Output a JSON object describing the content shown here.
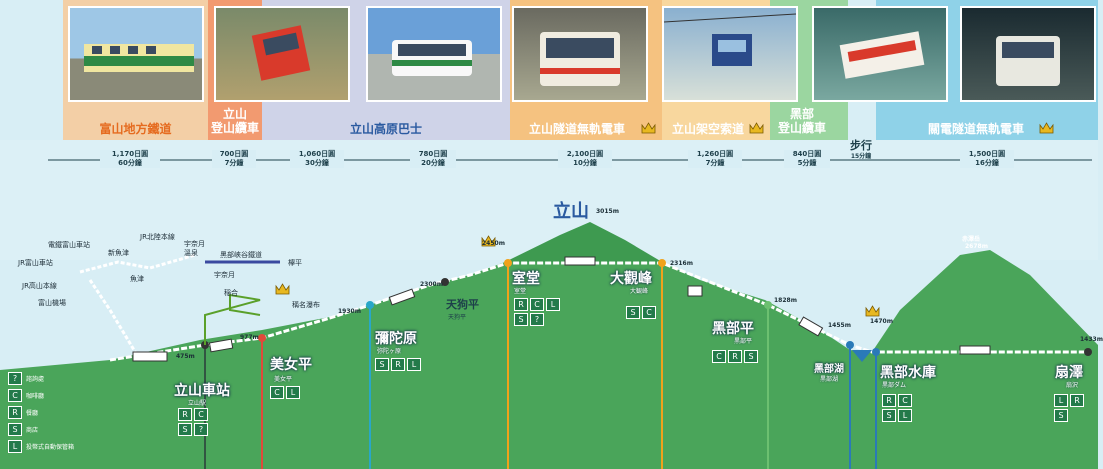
{
  "colors": {
    "sky": "#d8eef5",
    "mountain": "#4aa55a",
    "mountain_dark": "#2e8a45",
    "seg1": "#f3cfa6",
    "seg2": "#f29a70",
    "seg3": "#cfd3e8",
    "seg4": "#cfd3e8",
    "seg5": "#f5c280",
    "seg6": "#f5c280",
    "seg7": "#9bd6a0",
    "seg8": "#8fd2e8",
    "text_dark": "#1d3f4a",
    "label_orange": "#e56b1f",
    "label_red": "#d93a2b",
    "label_blue": "#2a5aa0"
  },
  "segments": [
    {
      "name": "富山地方鐵道",
      "price": "1,170日圓",
      "time": "60分鐘"
    },
    {
      "name": "立山\n登山纜車",
      "price": "700日圓",
      "time": "7分鐘"
    },
    {
      "name": "立山高原巴士",
      "price": "1,060日圓",
      "time": "30分鐘"
    },
    {
      "name": "",
      "price": "780日圓",
      "time": "20分鐘"
    },
    {
      "name": "立山隧道無軌電車",
      "price": "2,100日圓",
      "time": "10分鐘"
    },
    {
      "name": "立山架空索道",
      "price": "1,260日圓",
      "time": "7分鐘"
    },
    {
      "name": "黑部\n登山纜車",
      "price": "840日圓",
      "time": "5分鐘"
    },
    {
      "name": "關電隧道無軌電車",
      "price": "1,500日圓",
      "time": "16分鐘"
    }
  ],
  "walk": {
    "label": "步行",
    "time": "15分鐘"
  },
  "mountain": {
    "name": "立山",
    "elev": "3015m"
  },
  "peak2": {
    "name": "赤澤岳",
    "elev": "2678m"
  },
  "elevations": {
    "e475": "475m",
    "e977": "977m",
    "e1930": "1930m",
    "e2300": "2300m",
    "e2450": "2450m",
    "e2316": "2316m",
    "e1828": "1828m",
    "e1455": "1455m",
    "e1470": "1470m",
    "e1433": "1433m"
  },
  "stations": {
    "tateyama": {
      "name": "立山車站",
      "sub": "立山駅"
    },
    "bijodaira": {
      "name": "美女平",
      "sub": "美女平"
    },
    "midagahara": {
      "name": "彌陀原",
      "sub": "弥陀ヶ原"
    },
    "tengudaira": {
      "name": "天狗平",
      "sub": "天狗平"
    },
    "murodo": {
      "name": "室堂",
      "sub": "室堂"
    },
    "daikanbo": {
      "name": "大觀峰",
      "sub": "大観峰"
    },
    "kurobedaira": {
      "name": "黑部平",
      "sub": "黒部平"
    },
    "kurobeko": {
      "name": "黑部湖",
      "sub": "黒部湖"
    },
    "kurobedam": {
      "name": "黑部水庫",
      "sub": "黒部ダム"
    },
    "ogizawa": {
      "name": "扇澤",
      "sub": "扇沢"
    }
  },
  "map_labels": {
    "dentetsu": "電鐵富山車站",
    "jr_kitariku": "JR北陸本線",
    "jr_toyama": "JR富山車站",
    "shinuozu": "新魚津",
    "jr_takayama": "JR高山本線",
    "uozu": "魚津",
    "toyama_airport": "富山機場",
    "unazuki": "宇奈月\n溫泉",
    "kurobe_gorge": "黑部峽谷鐵道",
    "keyakidaira": "欅平",
    "unazuki2": "宇奈月",
    "inekai": "稲合",
    "shomyo": "稱名瀑布"
  },
  "legend": [
    {
      "icon": "?",
      "label": "諮詢處"
    },
    {
      "icon": "☕",
      "label": "咖啡廳"
    },
    {
      "icon": "🍴",
      "label": "餐廳"
    },
    {
      "icon": "▭",
      "label": "商店"
    },
    {
      "icon": "▣",
      "label": "投幣式自動保管箱"
    }
  ],
  "icons": {
    "info": "info-icon",
    "cafe": "cafe-icon",
    "restaurant": "restaurant-icon",
    "shop": "shop-icon",
    "locker": "locker-icon",
    "crown": "crown-icon"
  }
}
